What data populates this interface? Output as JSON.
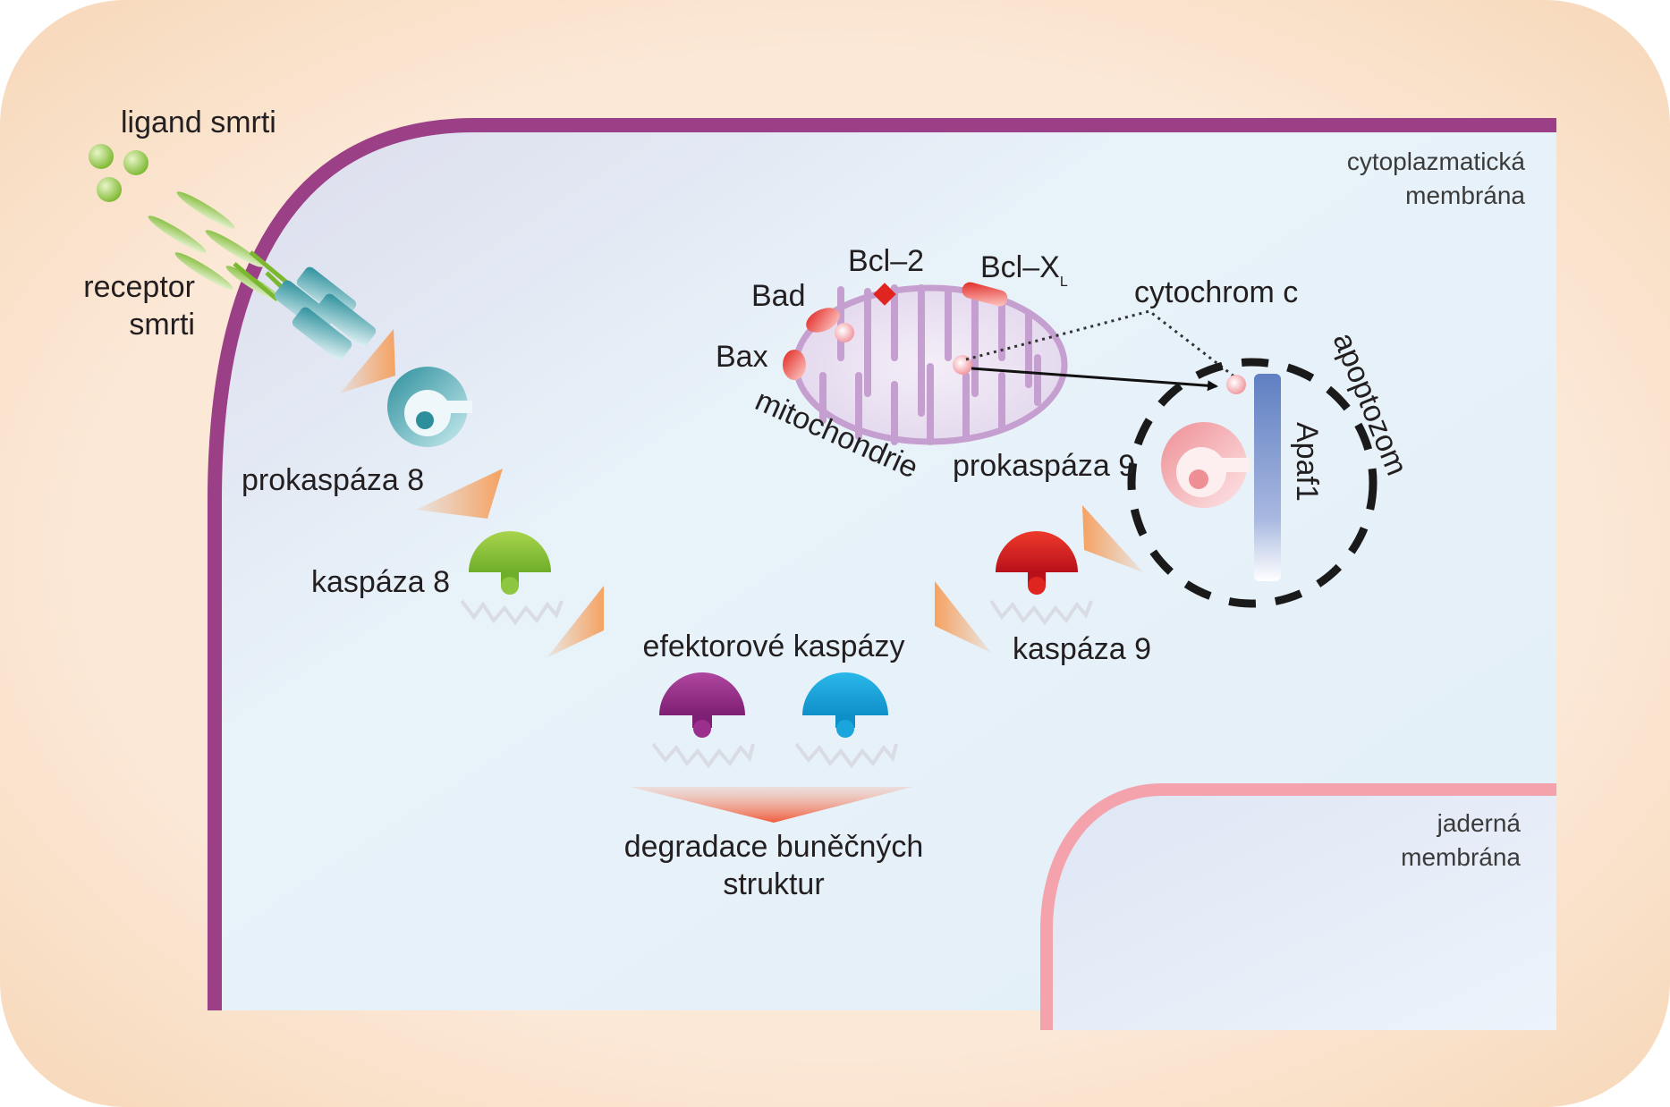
{
  "labels": {
    "ligand": "ligand smrti",
    "receptor_line1": "receptor",
    "receptor_line2": "smrti",
    "procaspase8": "prokaspáza 8",
    "caspase8": "kaspáza 8",
    "mitochondria": "mitochondrie",
    "bad": "Bad",
    "bax": "Bax",
    "bcl2": "Bcl–2",
    "bclxl": "Bcl–X",
    "bclxl_sub": "L",
    "cytochrome": "cytochrom c",
    "apoptosome": "apoptozom",
    "apaf1": "Apaf1",
    "procaspase9": "prokaspáza 9",
    "caspase9": "kaspáza 9",
    "effector": "efektorové kaspázy",
    "degradation_line1": "degradace buněčných",
    "degradation_line2": "struktur",
    "cyto_membrane_line1": "cytoplazmatická",
    "cyto_membrane_line2": "membrána",
    "nuclear_membrane_line1": "jaderná",
    "nuclear_membrane_line2": "membrána"
  },
  "colors": {
    "outer_background": "#f9dfc6",
    "cytoplasm": "#e6f0f8",
    "cell_membrane": "#9b3f86",
    "nuclear_membrane": "#f4a3ad",
    "ligand": "#8cc63f",
    "receptor": "#2f9aa6",
    "procaspase8": "#2d8f9c",
    "caspase8": "#8dc63f",
    "mitochondria": "#c49fcf",
    "bcl_proteins": "#e0241f",
    "apaf1": "#6b86c4",
    "procaspase9": "#f2a2a6",
    "caspase9": "#e0241f",
    "effector_1": "#9b2f8e",
    "effector_2": "#1aa5dd",
    "arrow": "#f5a262",
    "degradation_arrow": "#f06e4e"
  },
  "icons": [
    "ligand-molecule-icon",
    "receptor-icon",
    "procaspase-icon",
    "active-caspase-icon",
    "mitochondrion-icon",
    "apoptosome-icon"
  ]
}
